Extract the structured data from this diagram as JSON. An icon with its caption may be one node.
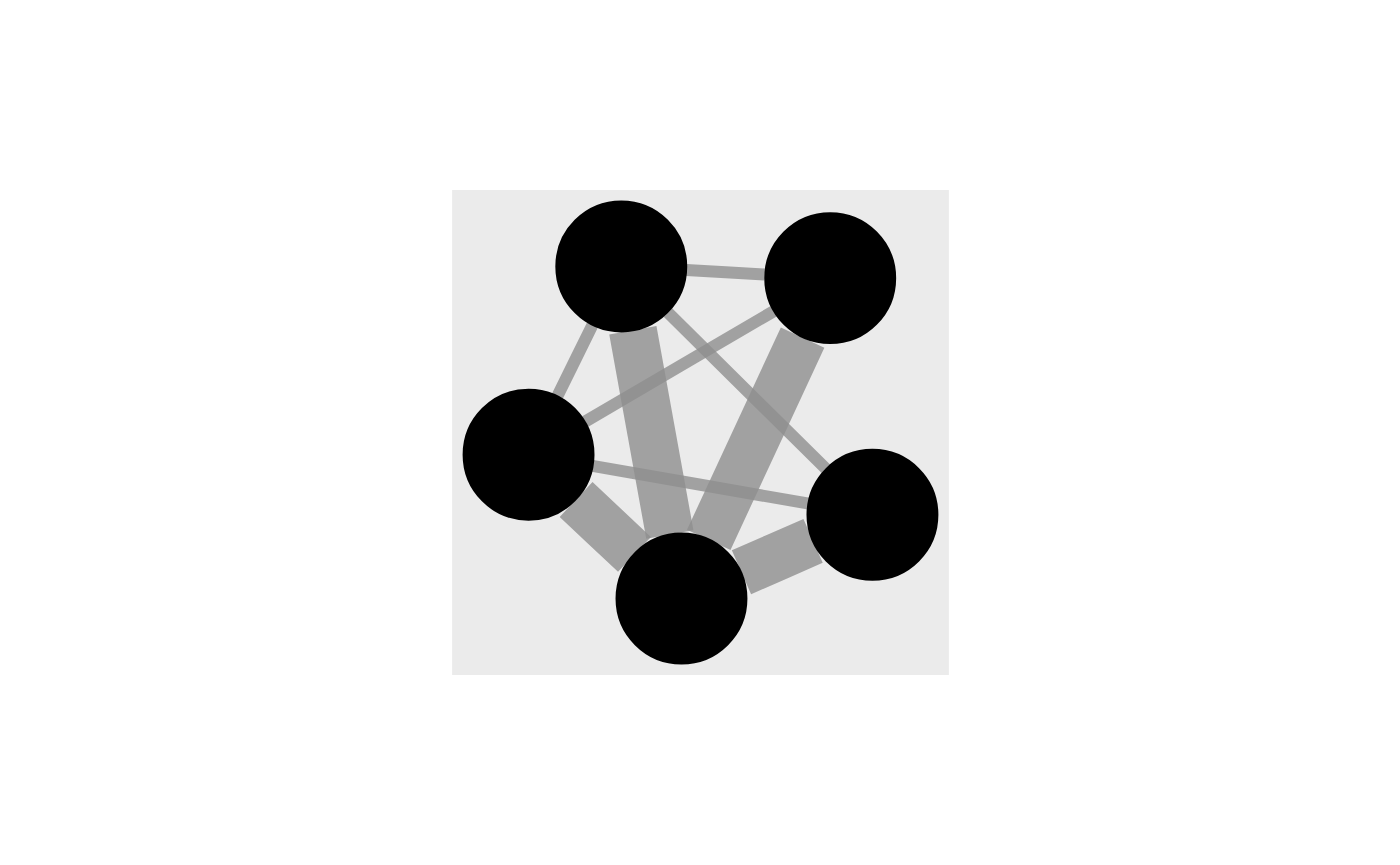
{
  "diagram": {
    "nodes": [
      {
        "text": [],
        "shape": "circle"
      },
      {
        "text": [],
        "shape": "circle"
      },
      {
        "text": [],
        "shape": "circle"
      },
      {
        "text": [],
        "shape": "circle"
      },
      {
        "text": [],
        "shape": "circle"
      }
    ],
    "edges": [
      {
        "from": 0,
        "to": 3,
        "arrow": "none"
      },
      {
        "from": 0,
        "to": 2,
        "arrow": "none",
        "style": "thick"
      },
      {
        "from": 0,
        "to": 4,
        "arrow": "none"
      },
      {
        "from": 0,
        "to": 1,
        "arrow": "none"
      },
      {
        "from": 1,
        "to": 2,
        "arrow": "none",
        "style": "thick"
      },
      {
        "from": 1,
        "to": 3,
        "arrow": "none"
      },
      {
        "from": 2,
        "to": 3,
        "arrow": "none",
        "style": "thick"
      },
      {
        "from": 2,
        "to": 4,
        "arrow": "none",
        "style": "thick"
      },
      {
        "from": 3,
        "to": 4,
        "arrow": "none"
      }
    ]
  }
}
